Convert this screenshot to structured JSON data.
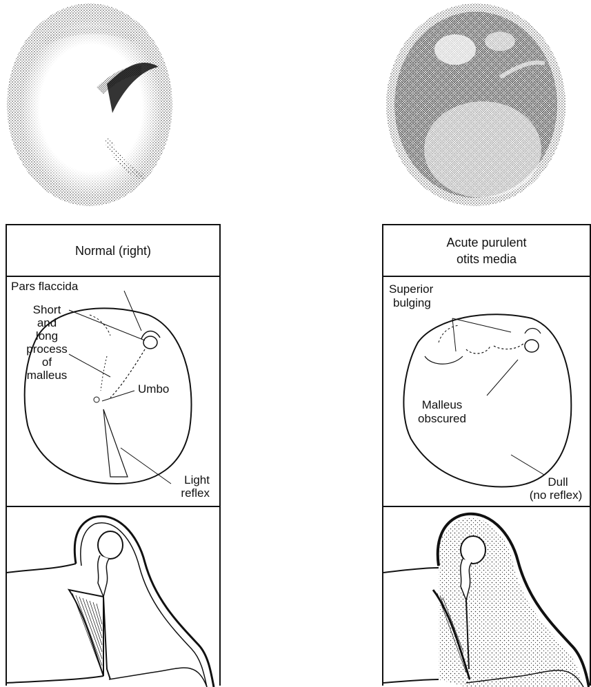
{
  "normal": {
    "title": "Normal (right)",
    "labels": {
      "pars_flaccida": "Pars flaccida",
      "process_1": "Short",
      "process_2": "and",
      "process_3": "long",
      "process_4": "process",
      "process_5": "of",
      "process_6": "malleus",
      "umbo": "Umbo",
      "light_1": "Light",
      "light_2": "reflex"
    }
  },
  "acute": {
    "title_1": "Acute purulent",
    "title_2": "otits media",
    "labels": {
      "superior_1": "Superior",
      "superior_2": "bulging",
      "malleus_1": "Malleus",
      "malleus_2": "obscured",
      "dull_1": "Dull",
      "dull_2": "(no reflex)"
    }
  }
}
